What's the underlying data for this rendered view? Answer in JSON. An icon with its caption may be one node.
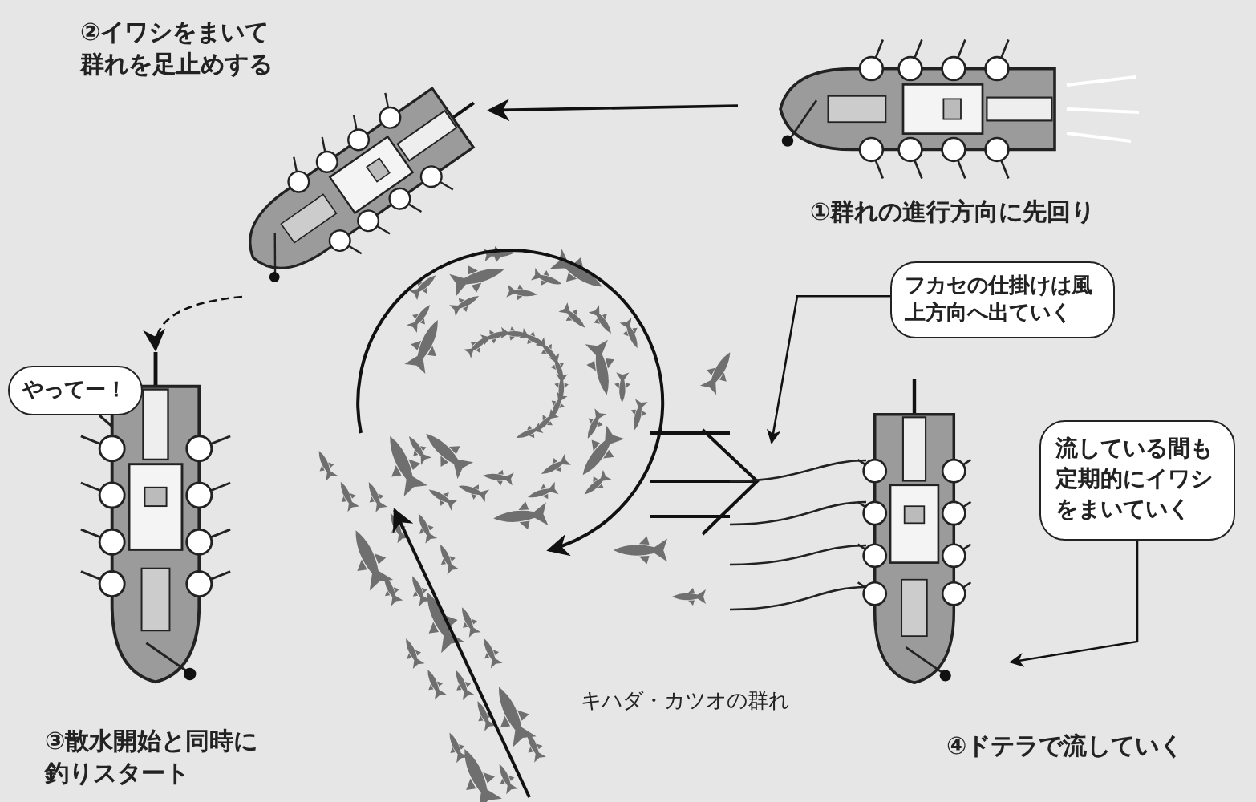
{
  "diagram": {
    "nodes": [
      {
        "text": [],
        "shape": "picture",
        "beside": [
          "①群れの進行方向に先回り"
        ]
      },
      {
        "text": [],
        "shape": "picture",
        "beside": [
          "②イワシをまいて群れを足止めする"
        ]
      },
      {
        "text": [],
        "shape": "picture",
        "beside": [
          "③散水開始と同時に釣りスタート"
        ]
      },
      {
        "text": [],
        "shape": "picture",
        "beside": [
          "④ドテラで流していく"
        ]
      },
      {
        "text": [
          "やってー！"
        ]
      },
      {
        "text": [
          "フカセの仕掛けは風上方向へ出ていく"
        ]
      },
      {
        "text": [
          "流している間も定期的にイワシをまいていく"
        ]
      }
    ],
    "edges": [
      {
        "from": 0,
        "to": 1,
        "arrow": "to"
      },
      {
        "from": 1,
        "to": 2,
        "arrow": "to",
        "style": "dashed"
      },
      {
        "from": 5,
        "to": null,
        "arrow": "to"
      },
      {
        "from": 6,
        "to": 3,
        "arrow": "to"
      }
    ],
    "labels": [
      "キハダ・カツオの群れ"
    ]
  }
}
